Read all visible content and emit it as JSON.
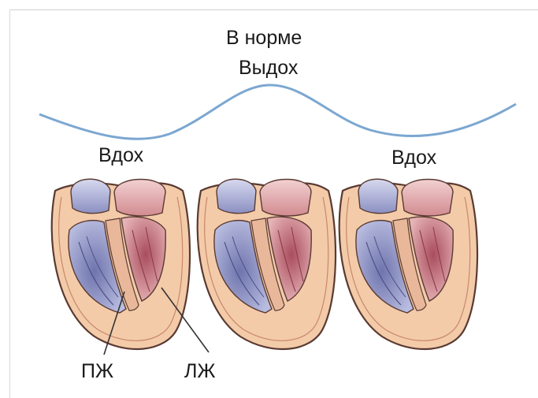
{
  "title": {
    "line1": "В норме",
    "line2": "Выдох"
  },
  "labels": {
    "inhale_left": "Вдох",
    "inhale_right": "Вдох",
    "rv": "ПЖ",
    "lv": "ЛЖ"
  },
  "colors": {
    "wave": "#7ba7d1",
    "myocardium": "#f2c9a6",
    "outline": "#5b3b33",
    "right_ventricle": "#7f86b8",
    "left_ventricle": "#b85d6a",
    "vessel_blue": "#a9aed6",
    "vessel_red": "#e3a5a5"
  },
  "hearts": [
    {
      "name": "heart-1"
    },
    {
      "name": "heart-2"
    },
    {
      "name": "heart-3"
    }
  ]
}
